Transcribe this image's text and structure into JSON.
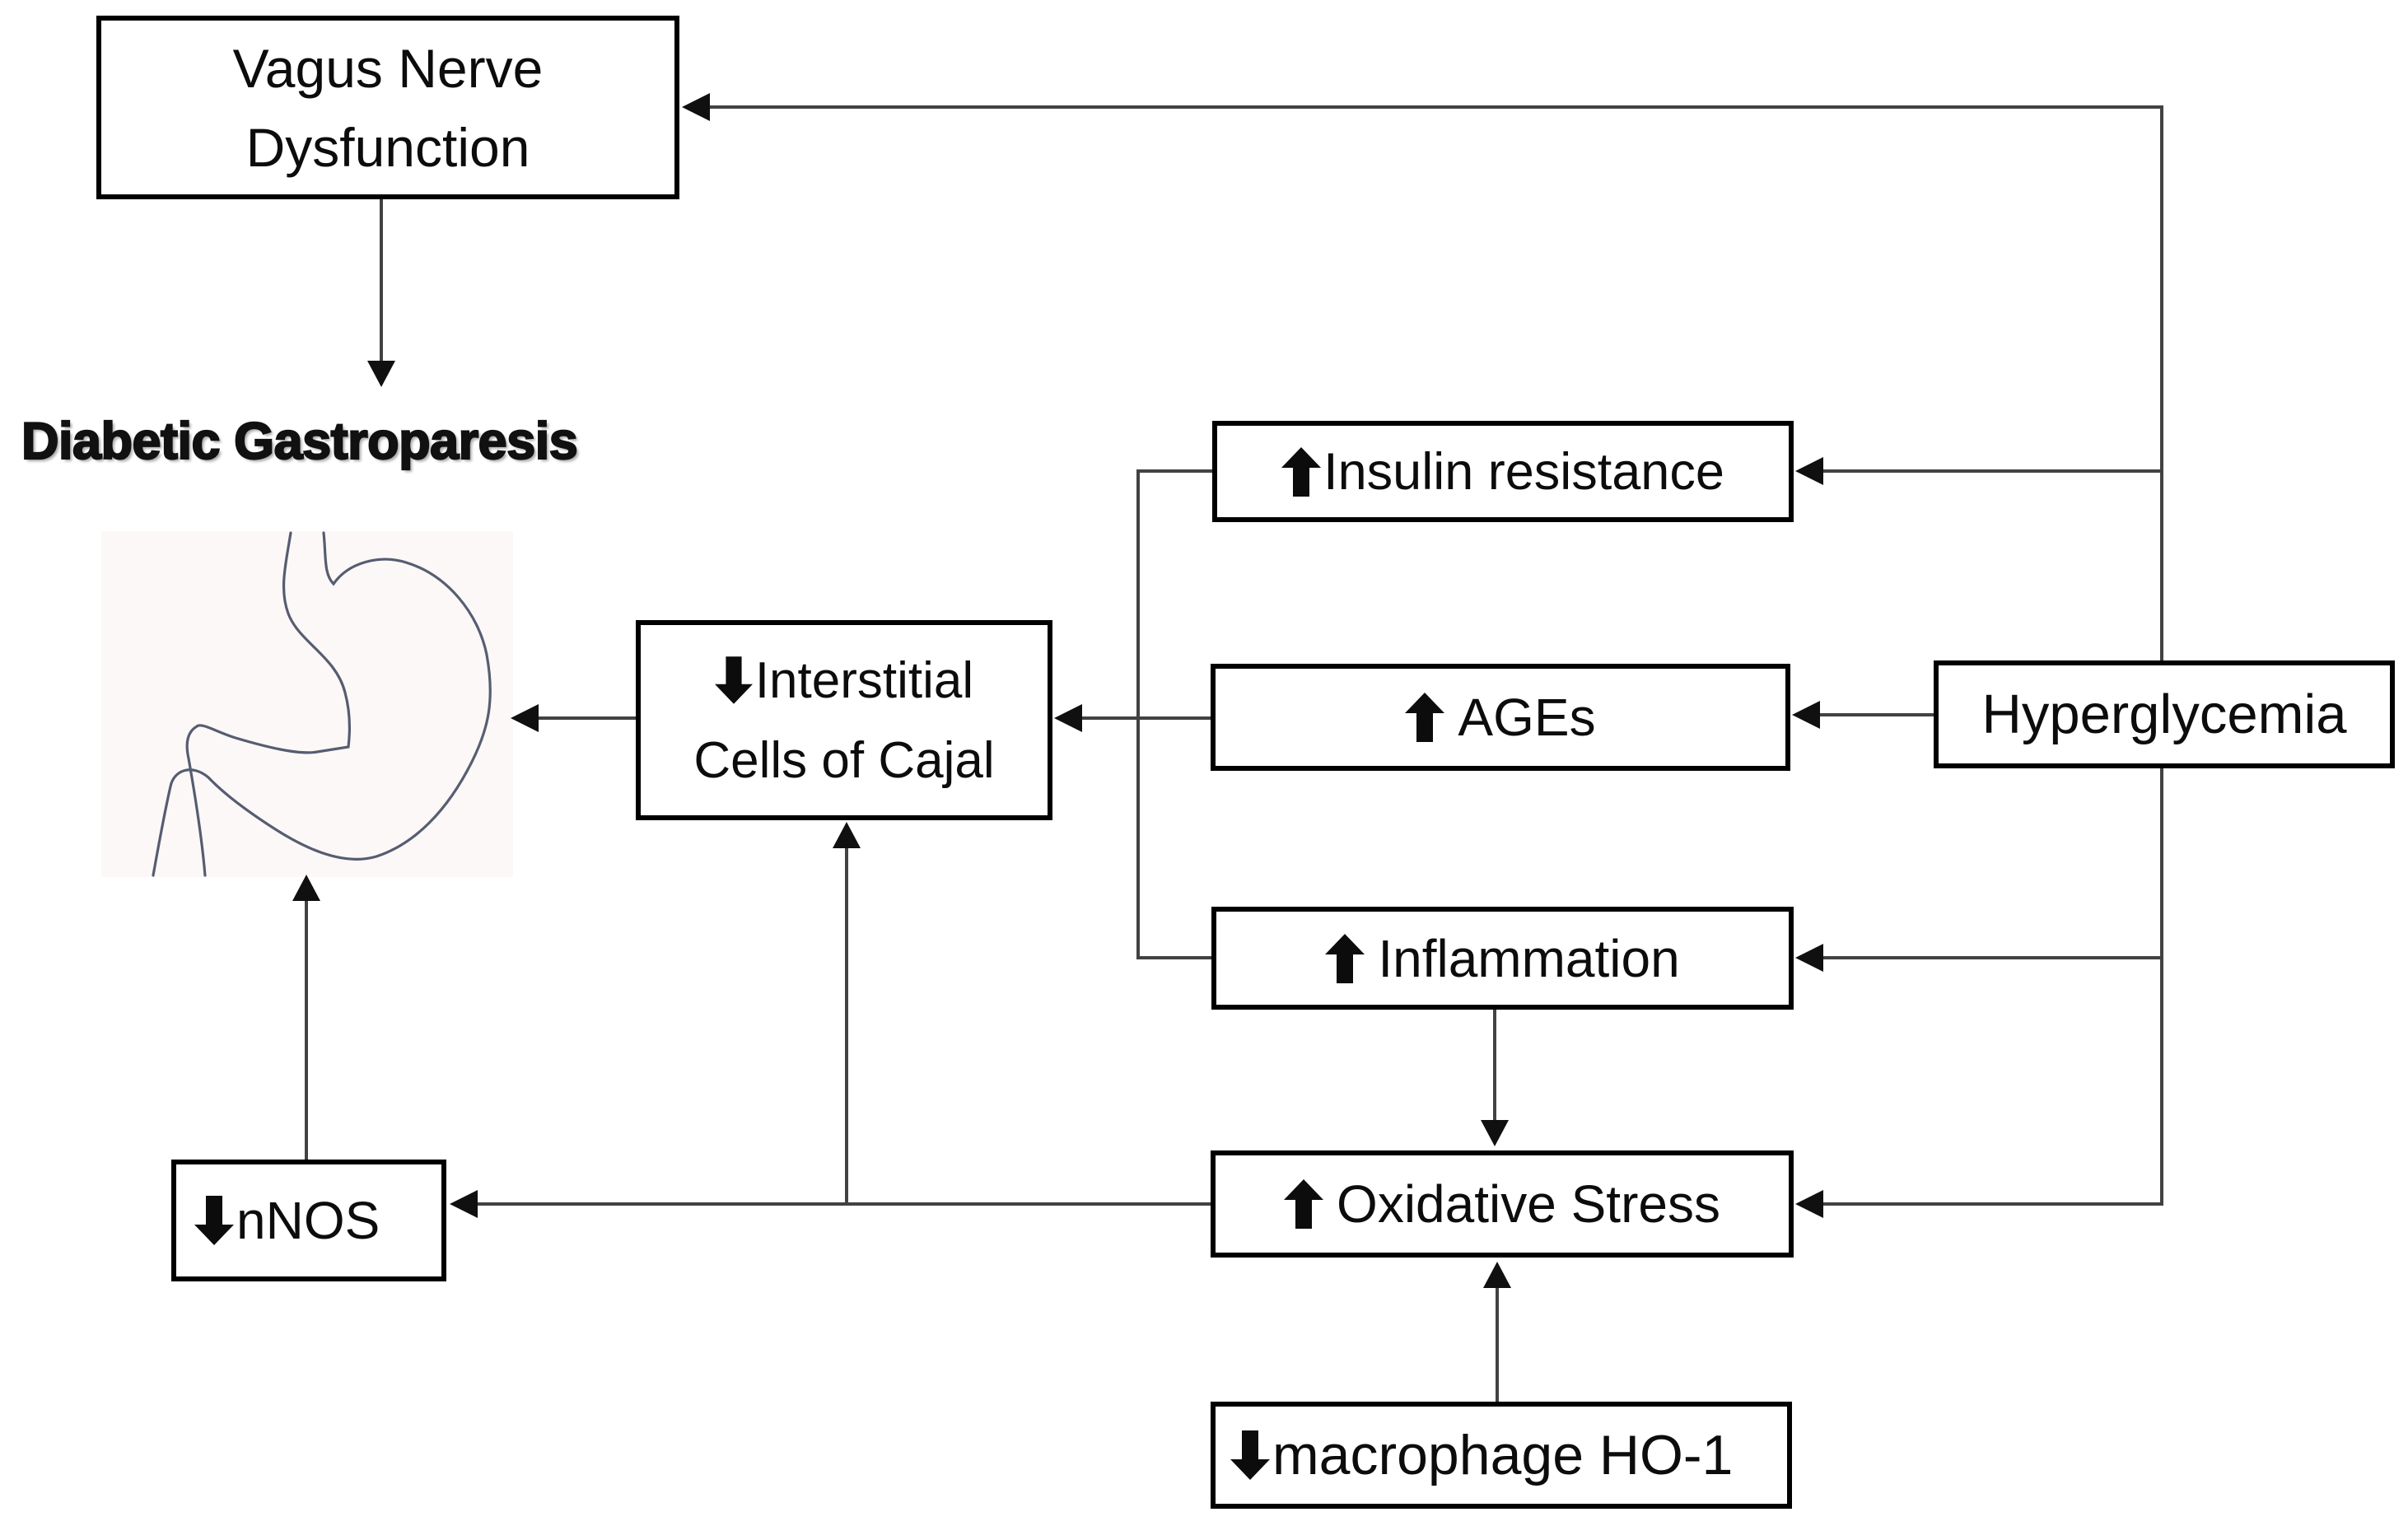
{
  "title": "Diabetic Gastroparesis",
  "nodes": {
    "vagus_nerve_dysfunction": {
      "label": "Vagus Nerve Dysfunction",
      "arrow": null
    },
    "insulin_resistance": {
      "label": "Insulin resistance",
      "arrow": "up"
    },
    "ages": {
      "label": "AGEs",
      "arrow": "up"
    },
    "hyperglycemia": {
      "label": "Hyperglycemia",
      "arrow": null
    },
    "inflammation": {
      "label": "Inflammation",
      "arrow": "up"
    },
    "oxidative_stress": {
      "label": "Oxidative Stress",
      "arrow": "up"
    },
    "nnos": {
      "label": "nNOS",
      "arrow": "down"
    },
    "macrophage_ho1": {
      "label": "macrophage HO-1",
      "arrow": "down"
    },
    "interstitial_cells_of_cajal": {
      "label_line1": "Interstitial",
      "label_line2": "Cells of Cajal",
      "arrow": "down"
    }
  },
  "illustration": {
    "name": "stomach-line-drawing",
    "description": "faint outline drawing of a stomach"
  },
  "edges": [
    {
      "from": "hyperglycemia_trunk",
      "to": "vagus_nerve_dysfunction",
      "arrowhead": true
    },
    {
      "from": "vagus_nerve_dysfunction",
      "to": "diabetic_gastroparesis",
      "arrowhead": true
    },
    {
      "from": "hyperglycemia_trunk",
      "to": "insulin_resistance",
      "arrowhead": true
    },
    {
      "from": "hyperglycemia",
      "to": "ages",
      "arrowhead": true
    },
    {
      "from": "hyperglycemia_trunk",
      "to": "inflammation",
      "arrowhead": true
    },
    {
      "from": "hyperglycemia_trunk",
      "to": "oxidative_stress",
      "arrowhead": true
    },
    {
      "from": "insulin_resistance",
      "to": "ages_to_icc_line",
      "arrowhead": false
    },
    {
      "from": "inflammation",
      "to": "ages_to_icc_line",
      "arrowhead": false
    },
    {
      "from": "ages",
      "to": "interstitial_cells_of_cajal",
      "arrowhead": true
    },
    {
      "from": "interstitial_cells_of_cajal",
      "to": "stomach",
      "arrowhead": true
    },
    {
      "from": "inflammation",
      "to": "oxidative_stress",
      "arrowhead": true
    },
    {
      "from": "macrophage_ho1",
      "to": "oxidative_stress",
      "arrowhead": true
    },
    {
      "from": "oxidative_stress",
      "to": "nnos",
      "arrowhead": true
    },
    {
      "from": "oxidative_stress",
      "to": "interstitial_cells_of_cajal",
      "arrowhead": true
    },
    {
      "from": "nnos",
      "to": "stomach",
      "arrowhead": true
    }
  ],
  "colors": {
    "background": "#ffffff",
    "box_fill": "#ffffff",
    "box_border": "#000000",
    "line": "#424242",
    "arrowhead": "#101010",
    "text": "#0c0c0c",
    "stomach_stroke": "#454c63",
    "stomach_fill": "#fbf8f7"
  }
}
